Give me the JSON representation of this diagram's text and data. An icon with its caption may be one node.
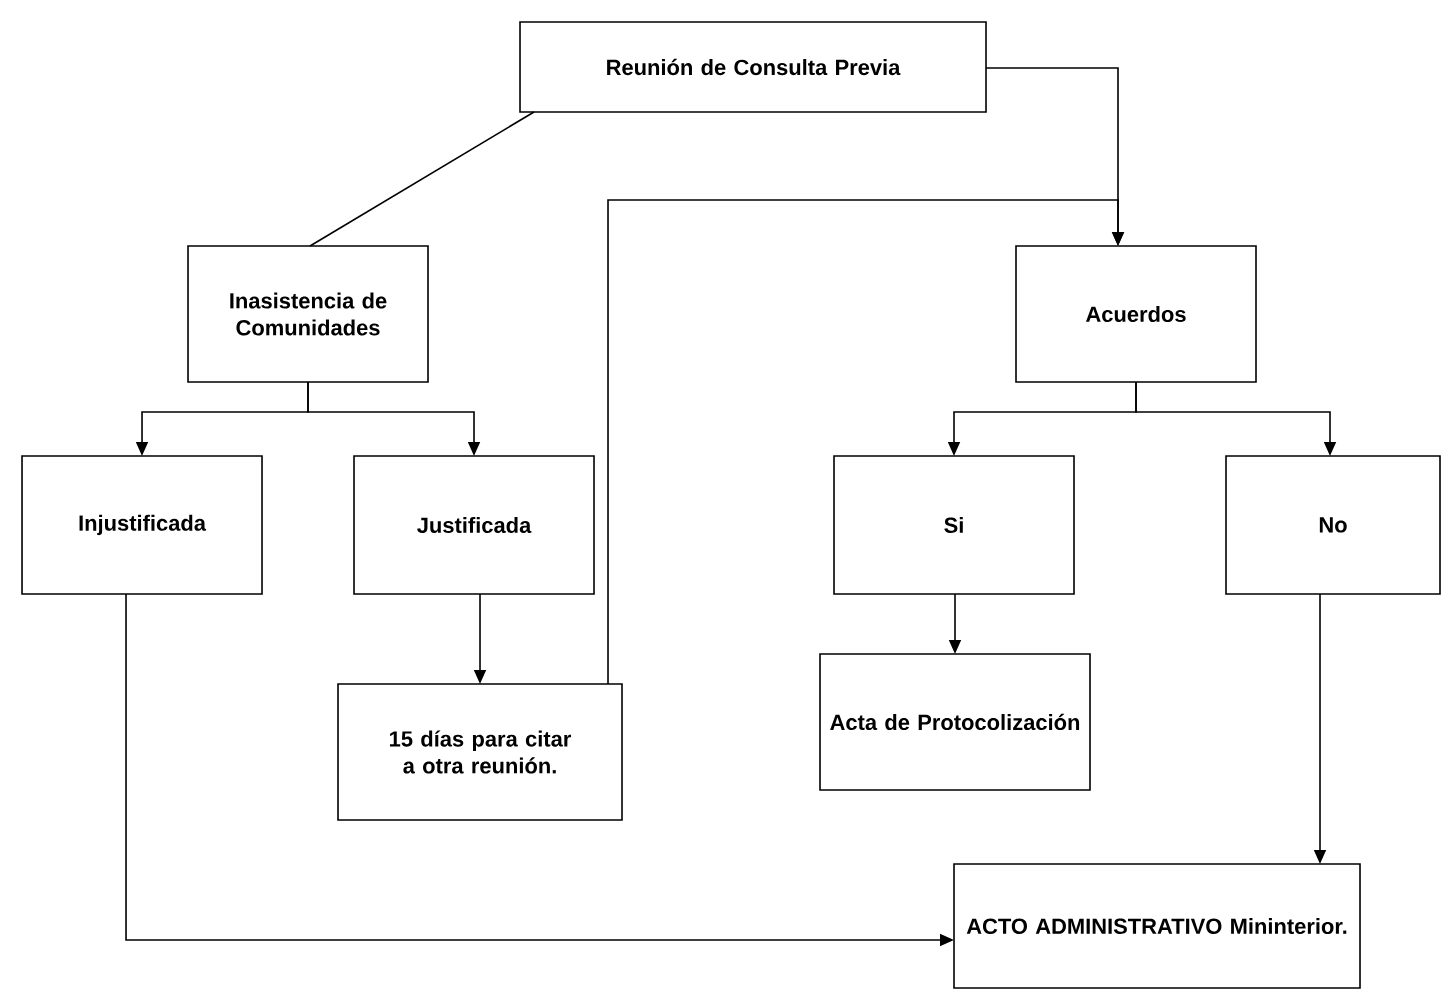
{
  "diagram": {
    "nodes": [
      {
        "text": [
          "Reunión de Consulta Previa"
        ]
      },
      {
        "text": [
          "Inasistencia de Comunidades"
        ]
      },
      {
        "text": [
          "Acuerdos"
        ]
      },
      {
        "text": [
          "Injustificada"
        ]
      },
      {
        "text": [
          "Justificada"
        ]
      },
      {
        "text": [
          "Si"
        ]
      },
      {
        "text": [
          "No"
        ]
      },
      {
        "text": [
          "15 días para citar a otra reunión."
        ]
      },
      {
        "text": [
          "Acta de Protocolización"
        ]
      },
      {
        "text": [
          "ACTO ADMINISTRATIVO Mininterior."
        ]
      }
    ],
    "edges": [
      {
        "from": 0,
        "to": 1,
        "arrow": "none"
      },
      {
        "from": 0,
        "to": 2,
        "arrow": "to"
      },
      {
        "from": 1,
        "to": 3,
        "arrow": "to"
      },
      {
        "from": 1,
        "to": 4,
        "arrow": "to"
      },
      {
        "from": 2,
        "to": 5,
        "arrow": "to"
      },
      {
        "from": 2,
        "to": 6,
        "arrow": "to"
      },
      {
        "from": 4,
        "to": 7,
        "arrow": "to"
      },
      {
        "from": 7,
        "to": 2,
        "arrow": "to"
      },
      {
        "from": 5,
        "to": 8,
        "arrow": "to"
      },
      {
        "from": 6,
        "to": 9,
        "arrow": "to"
      },
      {
        "from": 3,
        "to": 9,
        "arrow": "to"
      }
    ]
  }
}
